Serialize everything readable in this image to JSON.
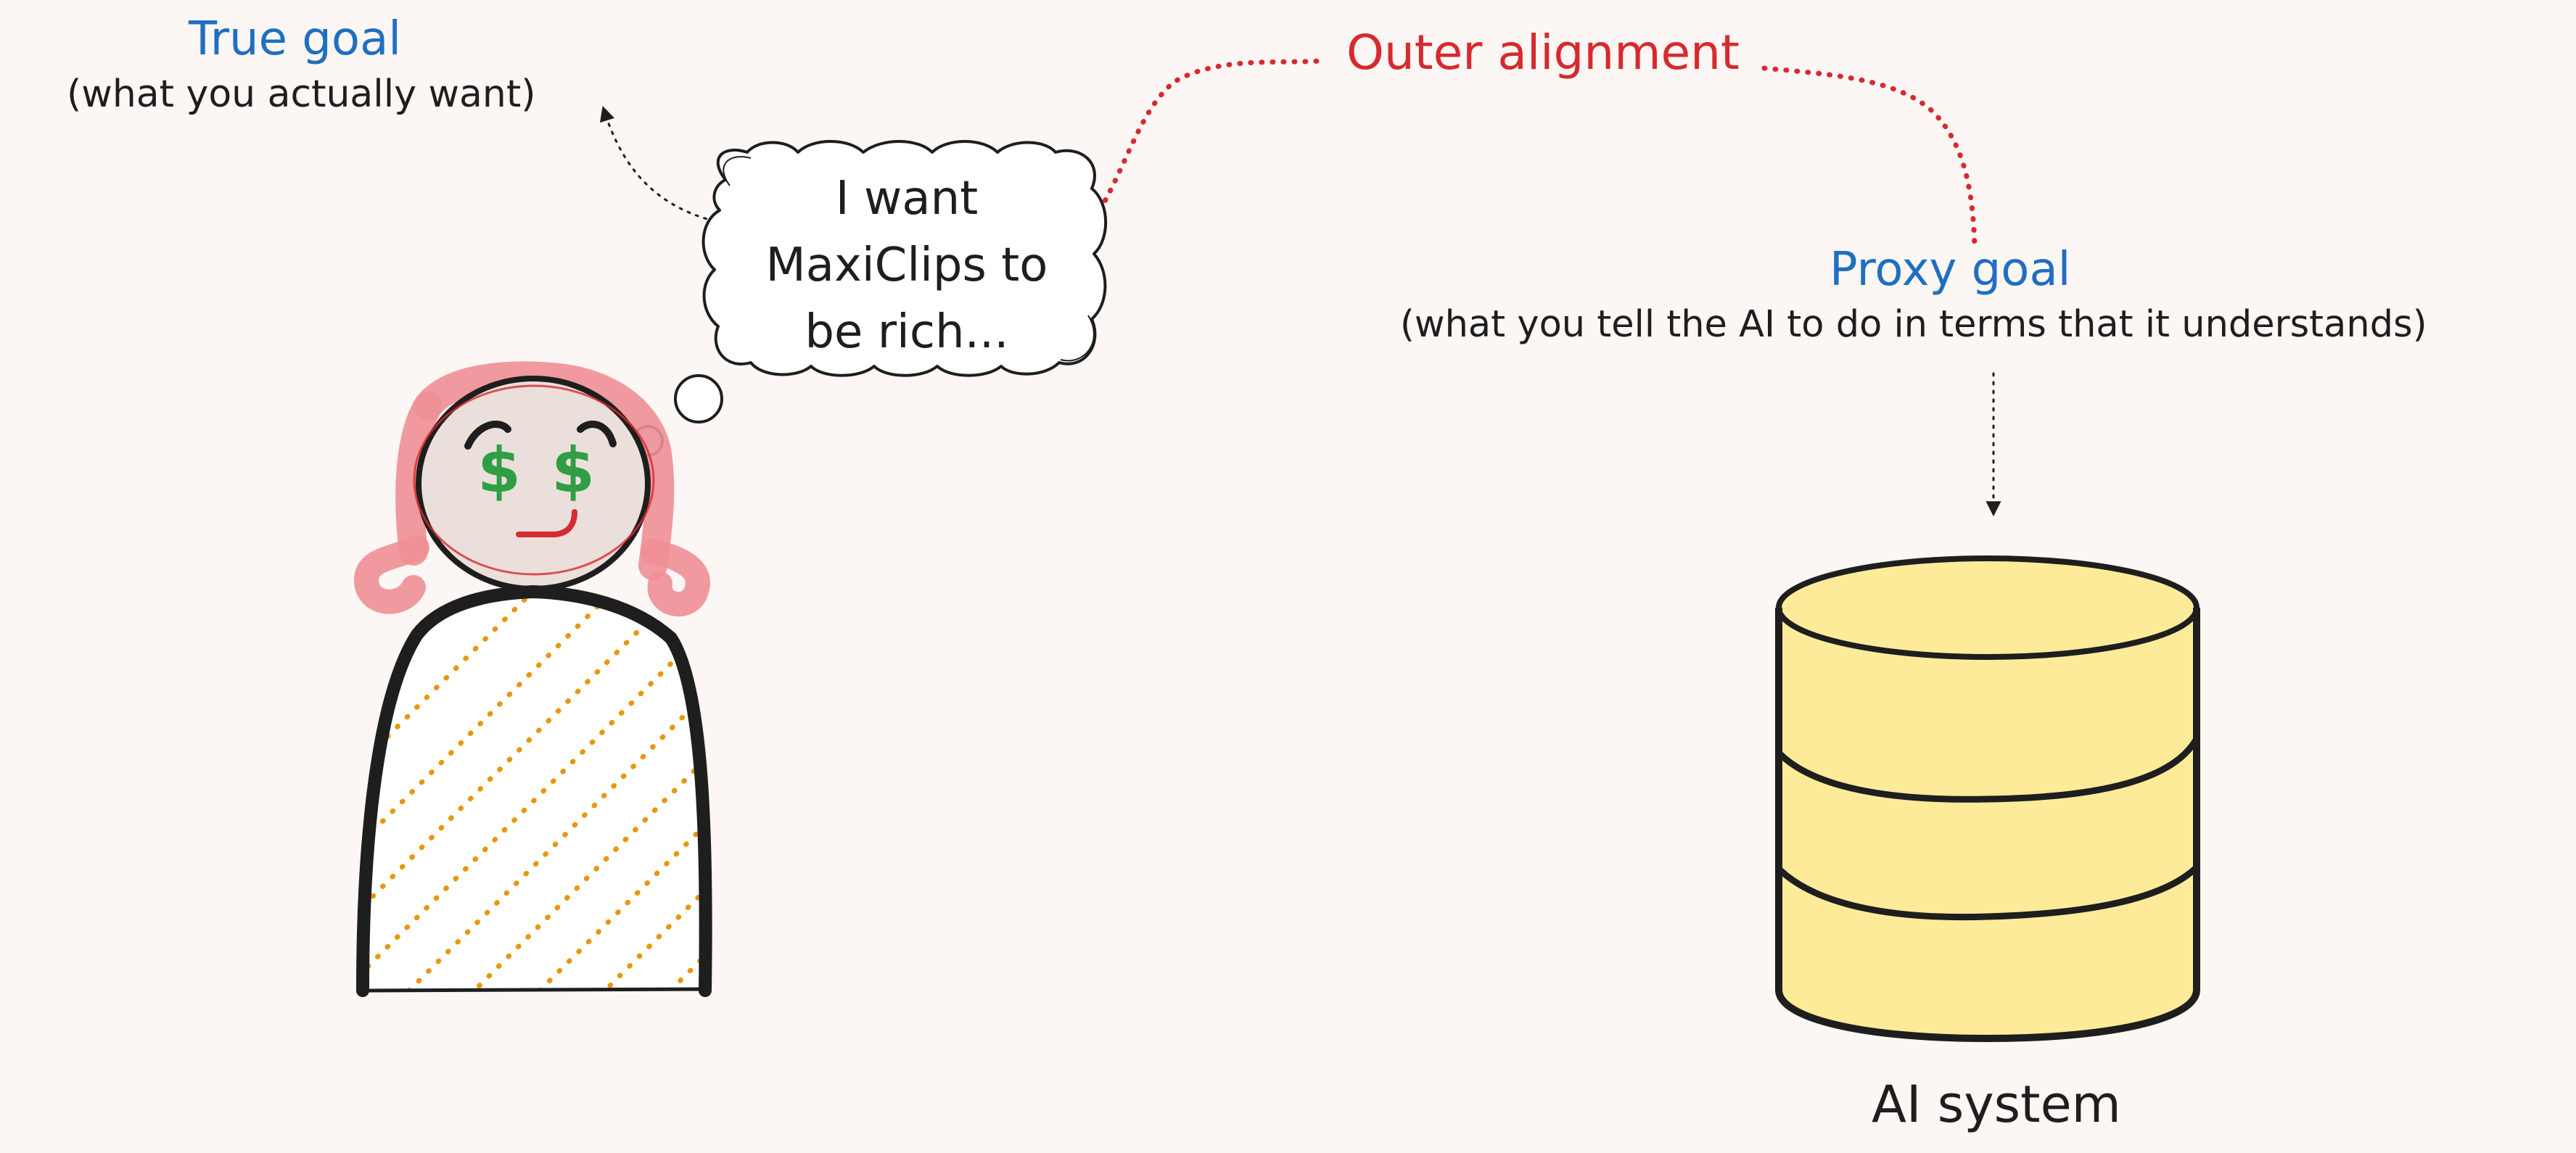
{
  "labels": {
    "true_goal": "True goal",
    "true_goal_note": "(what you actually want)",
    "outer_alignment": "Outer alignment",
    "proxy_goal": "Proxy goal",
    "proxy_goal_note": "(what you tell the AI to do in terms that it understands)",
    "ai_system": "AI system"
  },
  "thought_bubble": {
    "lines": [
      "I want",
      "MaxiClips to",
      "be rich..."
    ]
  },
  "icons": {
    "person": "person-icon",
    "thought_bubble": "thought-bubble-icon",
    "database": "database-icon",
    "eyes": "dollar-sign-icon"
  },
  "colors": {
    "background": "#fcf6f4",
    "label_blue": "#1f6fc0",
    "alignment_red": "#d62a2e",
    "stroke": "#1e1e1e",
    "database_fill": "#fdeb9a",
    "hair": "#ee8f95",
    "face": "#ebdfdb",
    "dollar_green": "#2f9e44",
    "dress_dots": "#e8960c"
  }
}
